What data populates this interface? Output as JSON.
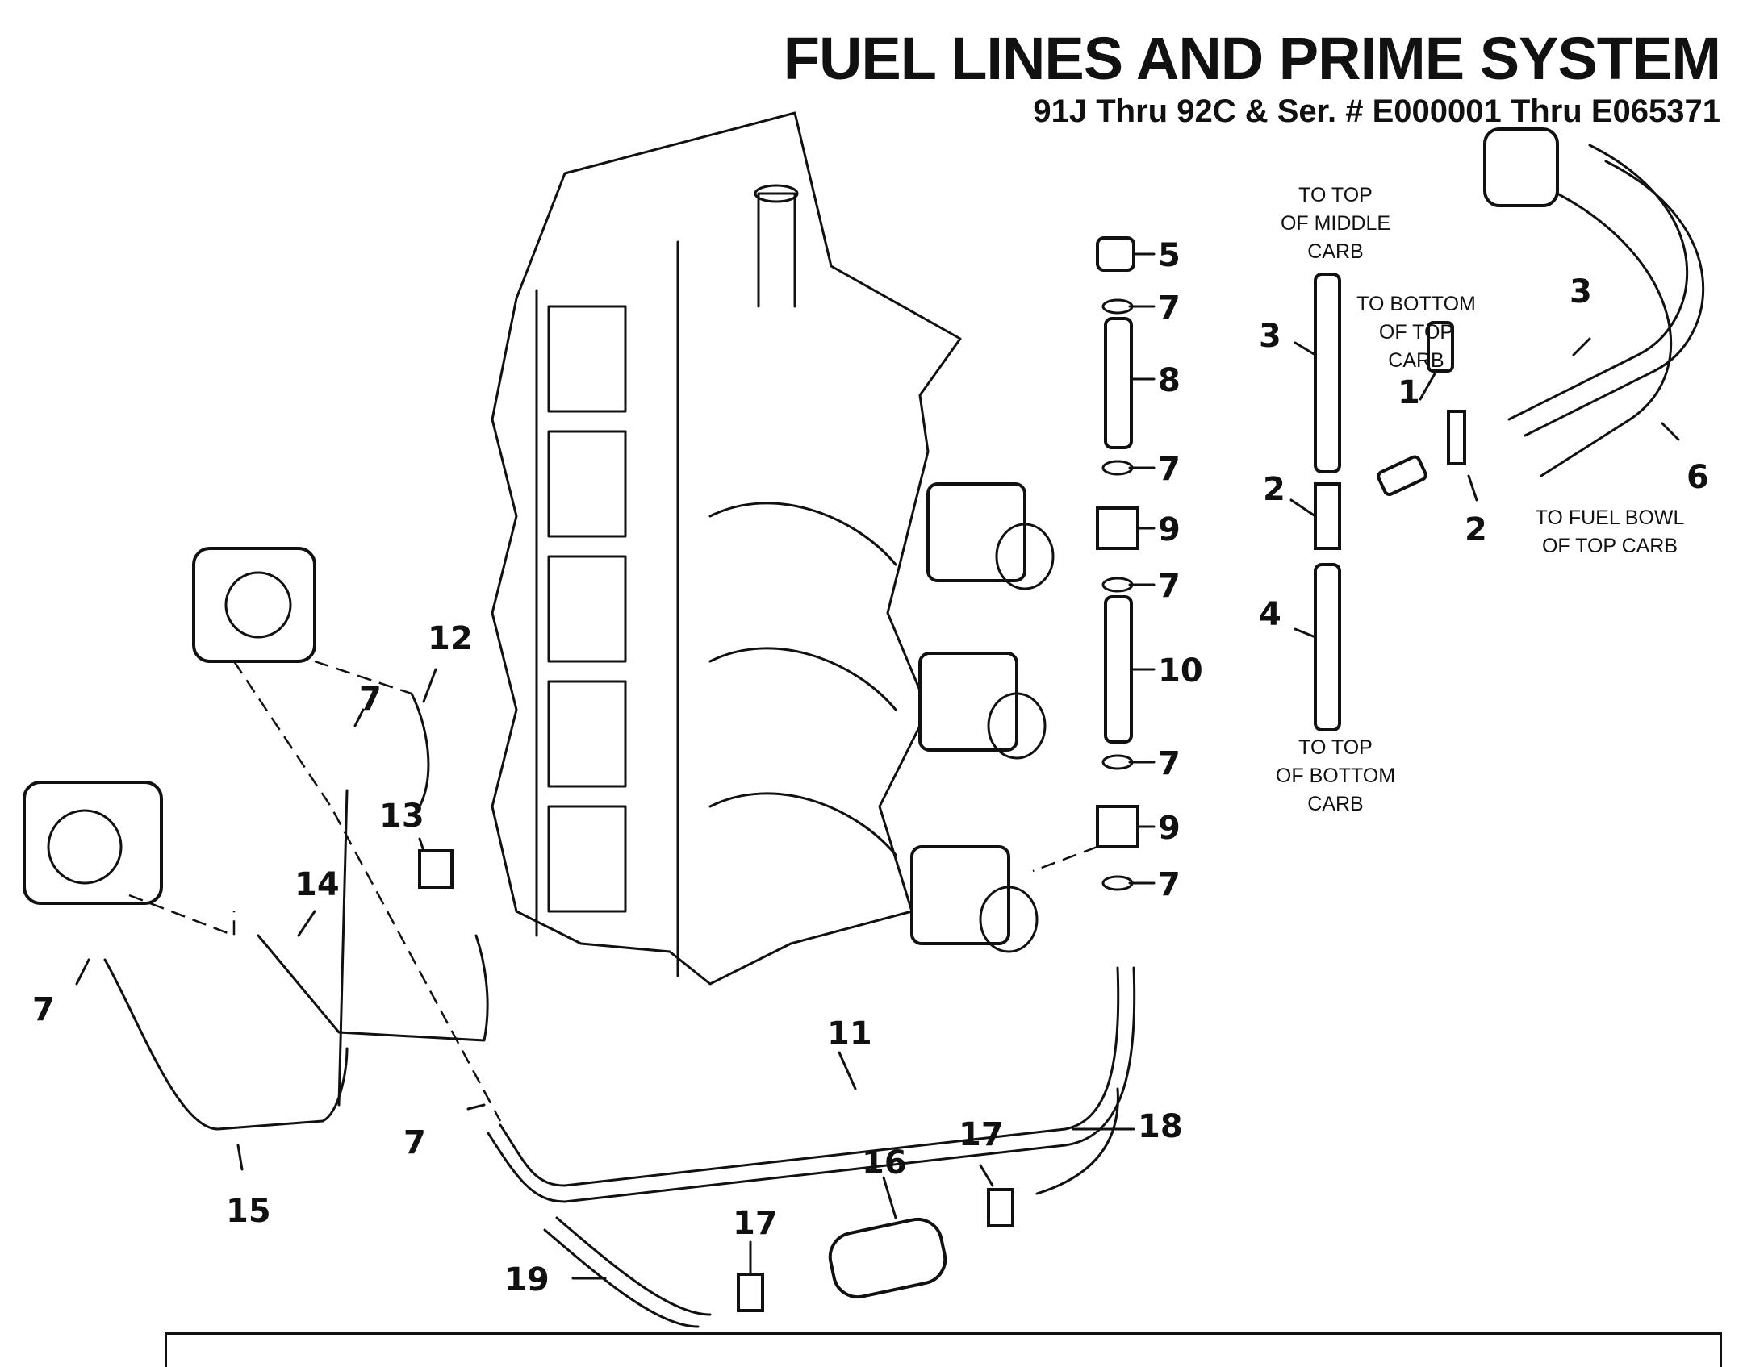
{
  "header": {
    "title": "FUEL LINES AND PRIME SYSTEM",
    "subtitle": "91J Thru 92C & Ser. # E000001 Thru E065371"
  },
  "notes": {
    "middle_carb": [
      "TO TOP",
      "OF MIDDLE",
      "CARB"
    ],
    "top_carb": [
      "TO BOTTOM",
      "OF TOP",
      "CARB"
    ],
    "bottom_carb": [
      "TO TOP",
      "OF BOTTOM",
      "CARB"
    ],
    "fuel_bowl": [
      "TO FUEL BOWL",
      "OF TOP CARB"
    ]
  },
  "callouts": [
    "5",
    "7",
    "8",
    "7",
    "9",
    "7",
    "10",
    "7",
    "9",
    "7",
    "3",
    "1",
    "2",
    "2",
    "4",
    "3",
    "6",
    "12",
    "7",
    "13",
    "14",
    "7",
    "15",
    "7",
    "11",
    "16",
    "17",
    "17",
    "18",
    "19"
  ]
}
